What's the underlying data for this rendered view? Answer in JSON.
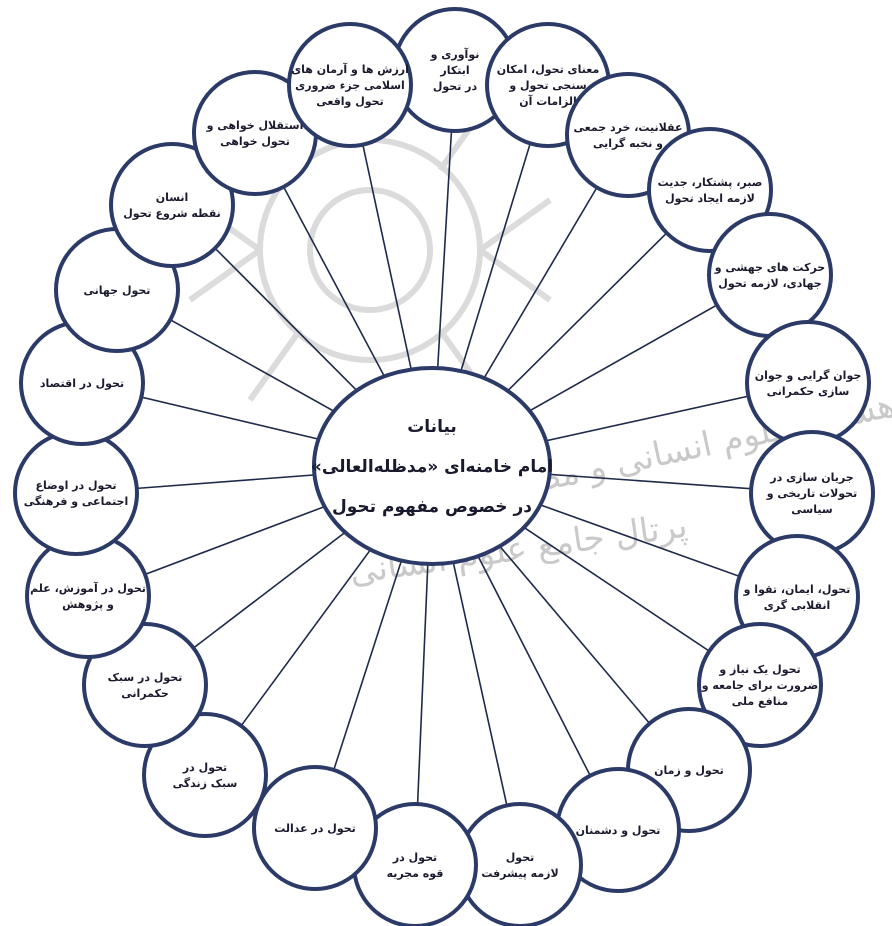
{
  "center": {
    "lines": [
      "بیانات",
      "امام خامنه‌ای «مدظله‌العالی»",
      "در خصوص مفهوم تحول"
    ]
  },
  "watermark": {
    "lines": [
      "پژوهشگاه علوم انسانی و مطالعات فرهنگی",
      "پرتال جامع علوم انسانی"
    ]
  },
  "colors": {
    "ring_stroke": "#2b3a67",
    "line_stroke": "#1f2a4a",
    "circle_fill": "#ffffff",
    "watermark": "#c9c9c9"
  },
  "nodes": [
    {
      "lines": [
        "نوآوری و",
        "ابتکار",
        "در تحول"
      ]
    },
    {
      "lines": [
        "معنای تحول، امکان",
        "سنجی تحول و",
        "الزامات آن"
      ]
    },
    {
      "lines": [
        "عقلانیت، خرد جمعی",
        "و نخبه گرایی"
      ]
    },
    {
      "lines": [
        "صبر، پشتکار، جدیت",
        "لازمه ایجاد تحول"
      ]
    },
    {
      "lines": [
        "حرکت های جهشی و",
        "جهادی، لازمه تحول"
      ]
    },
    {
      "lines": [
        "جوان گرایی و جوان",
        "سازی حکمرانی"
      ]
    },
    {
      "lines": [
        "جریان سازی در",
        "تحولات تاریخی و",
        "سیاسی"
      ]
    },
    {
      "lines": [
        "تحول، ایمان، تقوا و",
        "انقلابی گری"
      ]
    },
    {
      "lines": [
        "تحول یک نیاز و",
        "ضرورت برای جامعه و",
        "منافع ملی"
      ]
    },
    {
      "lines": [
        "تحول و زمان"
      ]
    },
    {
      "lines": [
        "تحول و دشمنان"
      ]
    },
    {
      "lines": [
        "تحول",
        "لازمه پیشرفت"
      ]
    },
    {
      "lines": [
        "تحول در",
        "قوه مجریه"
      ]
    },
    {
      "lines": [
        "تحول در عدالت"
      ]
    },
    {
      "lines": [
        "تحول در",
        "سبک زندگی"
      ]
    },
    {
      "lines": [
        "تحول در سبک",
        "حکمرانی"
      ]
    },
    {
      "lines": [
        "تحول در آموزش، علم",
        "و پژوهش"
      ]
    },
    {
      "lines": [
        "تحول در اوضاع",
        "اجتماعی و فرهنگی"
      ]
    },
    {
      "lines": [
        "تحول در اقتصاد"
      ]
    },
    {
      "lines": [
        "تحول جهانی"
      ]
    },
    {
      "lines": [
        "انسان",
        "نقطه شروع تحول"
      ]
    },
    {
      "lines": [
        "استقلال خواهی و",
        "تحول خواهی"
      ]
    },
    {
      "lines": [
        "ارزش ها و آرمان های",
        "اسلامی جزء ضروری",
        "تحول واقعی"
      ]
    }
  ]
}
